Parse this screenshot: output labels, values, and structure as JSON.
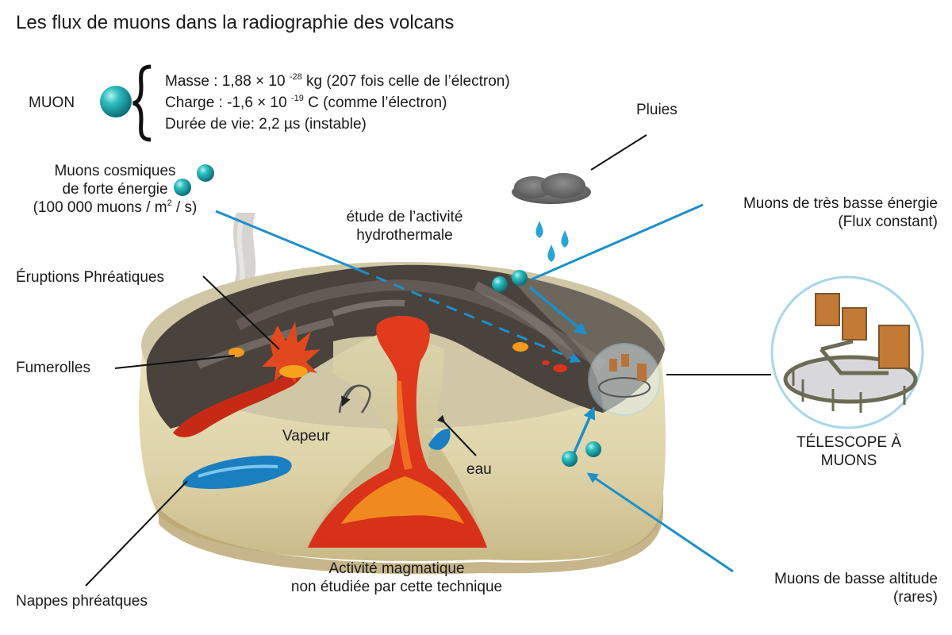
{
  "title": "Les flux de muons dans la radiographie des volcans",
  "muon": {
    "label": "MUON",
    "mass_prefix": "Masse : 1,88 × 10 ",
    "mass_exp": "-28",
    "mass_suffix": " kg (207 fois celle de l’électron)",
    "charge_prefix": "Charge : -1,6 × 10 ",
    "charge_exp": "-19",
    "charge_suffix": " C (comme l’électron)",
    "lifetime": "Durée de vie: 2,2 µs (instable)"
  },
  "labels": {
    "cosmic_1": "Muons cosmiques",
    "cosmic_2": "de forte énergie",
    "cosmic_3a": "(10",
    "cosmic_3b": "0  000 muons / m",
    "cosmic_3_exp": "2",
    "cosmic_3c": " / s)",
    "hydro_1": "étude de l’activité",
    "hydro_2": "hydrothermale",
    "phreatic": "Éruptions Phréatiques",
    "fumaroles": "Fumerolles",
    "steam": "Vapeur",
    "water": "eau",
    "aquifers": "Nappes phréatques",
    "magma_1": "Activité magmatique",
    "magma_2": "non étudiée par cette technique",
    "rain": "Pluies",
    "low_energy_1": "Muons de très basse énergie",
    "low_energy_2": "(Flux constant)",
    "telescope_1": "TÉLESCOPE À",
    "telescope_2": "MUONS",
    "low_alt_1": "Muons de basse altitude",
    "low_alt_2": "(rares)"
  },
  "colors": {
    "muon_sphere": "#13a3a8",
    "arrow_blue": "#1d8fc9",
    "magma": "#e0401c",
    "rock_dark": "#4a423d",
    "rock_light": "#d8cea4",
    "water": "#1a7fc0",
    "telescope_circle": "#9fd0e6"
  },
  "icons": {
    "muon": "teal-sphere-icon",
    "cloud": "rain-cloud-icon",
    "telescope": "muon-telescope-icon"
  }
}
